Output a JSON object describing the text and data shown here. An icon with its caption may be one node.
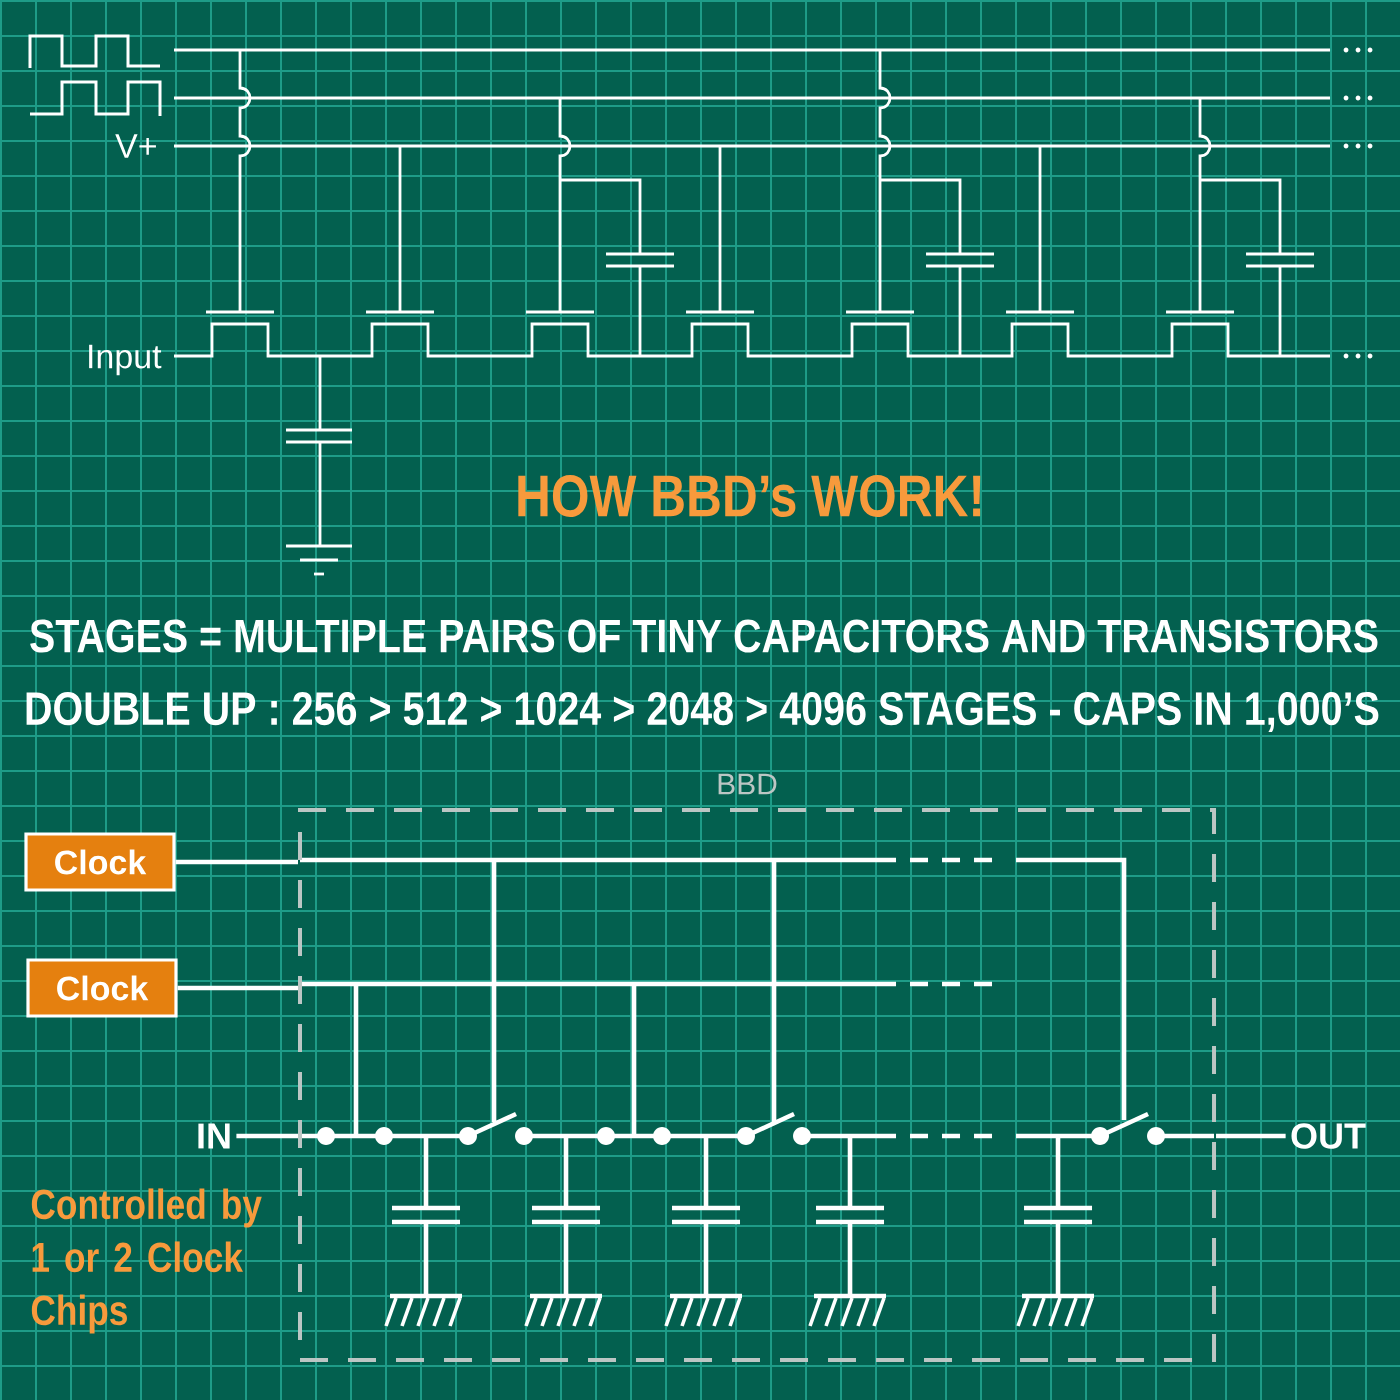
{
  "diagram": {
    "title": "HOW BBD’s WORK!",
    "nodes": [
      {
        "text": [
          "Clock"
        ]
      },
      {
        "text": [
          "Clock"
        ]
      },
      {
        "text": [
          "BBD"
        ]
      },
      {
        "text": [
          "IN"
        ]
      },
      {
        "text": [
          "OUT"
        ]
      }
    ],
    "edges": [
      {
        "from": 0,
        "to": 2,
        "arrow": "none"
      },
      {
        "from": 1,
        "to": 2,
        "arrow": "none"
      },
      {
        "from": 3,
        "to": 2,
        "arrow": "none"
      },
      {
        "from": 2,
        "to": 4,
        "arrow": "none"
      }
    ],
    "labels": [
      "V+",
      "Input",
      "STAGES = MULTIPLE PAIRS OF TINY CAPACITORS AND TRANSISTORS",
      "DOUBLE UP : 256 > 512 > 1024 > 2048 > 4096 STAGES - CAPS IN 1,000’S",
      "Controlled by 1 or 2 Clock Chips"
    ]
  }
}
